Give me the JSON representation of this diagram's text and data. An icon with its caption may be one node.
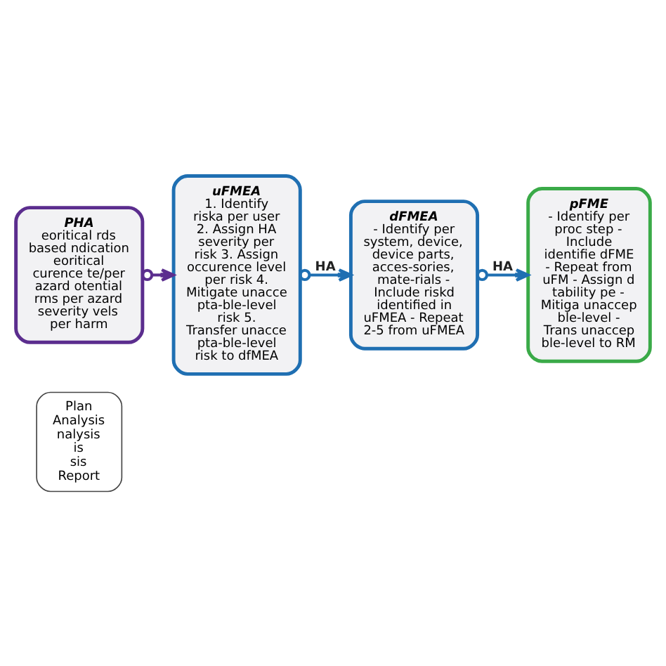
{
  "diagram": {
    "nodes": [
      {
        "text": [
          "PHA",
          "eoritical rds based ndication eoritical curence te/per azard otential rms per azard severity vels per harm"
        ]
      },
      {
        "text": [
          "uFMEA",
          "1. Identify riska per user 2. Assign HA severity per risk 3. Assign occurence level per risk 4. Mitigate unaccepta-ble-level risk 5. Transfer unaccepta-ble-level risk to dfMEA"
        ]
      },
      {
        "text": [
          "dFMEA",
          "- Identify per system, device, device parts, acces-sories, mate-rials - Include riskd identified in uFMEA - Repeat 2-5 from uFMEA"
        ]
      },
      {
        "text": [
          "pFME",
          "- Identify per proc step - Include identifie dFME - Repeat from uFM - Assign d tability pe - Mitiga unaccep ble-level - Trans unaccep ble-level to RM"
        ]
      },
      {
        "text": [
          "Plan",
          "Analysis",
          "nalysis",
          "is",
          "sis",
          "Report"
        ]
      }
    ],
    "edges": [
      {
        "from": 0,
        "to": 1,
        "arrow": "to",
        "color": "#5b2d8e"
      },
      {
        "from": 1,
        "to": 2,
        "arrow": "to",
        "label": "HA"
      },
      {
        "from": 2,
        "to": 3,
        "arrow": "to",
        "label": "HA"
      }
    ]
  }
}
